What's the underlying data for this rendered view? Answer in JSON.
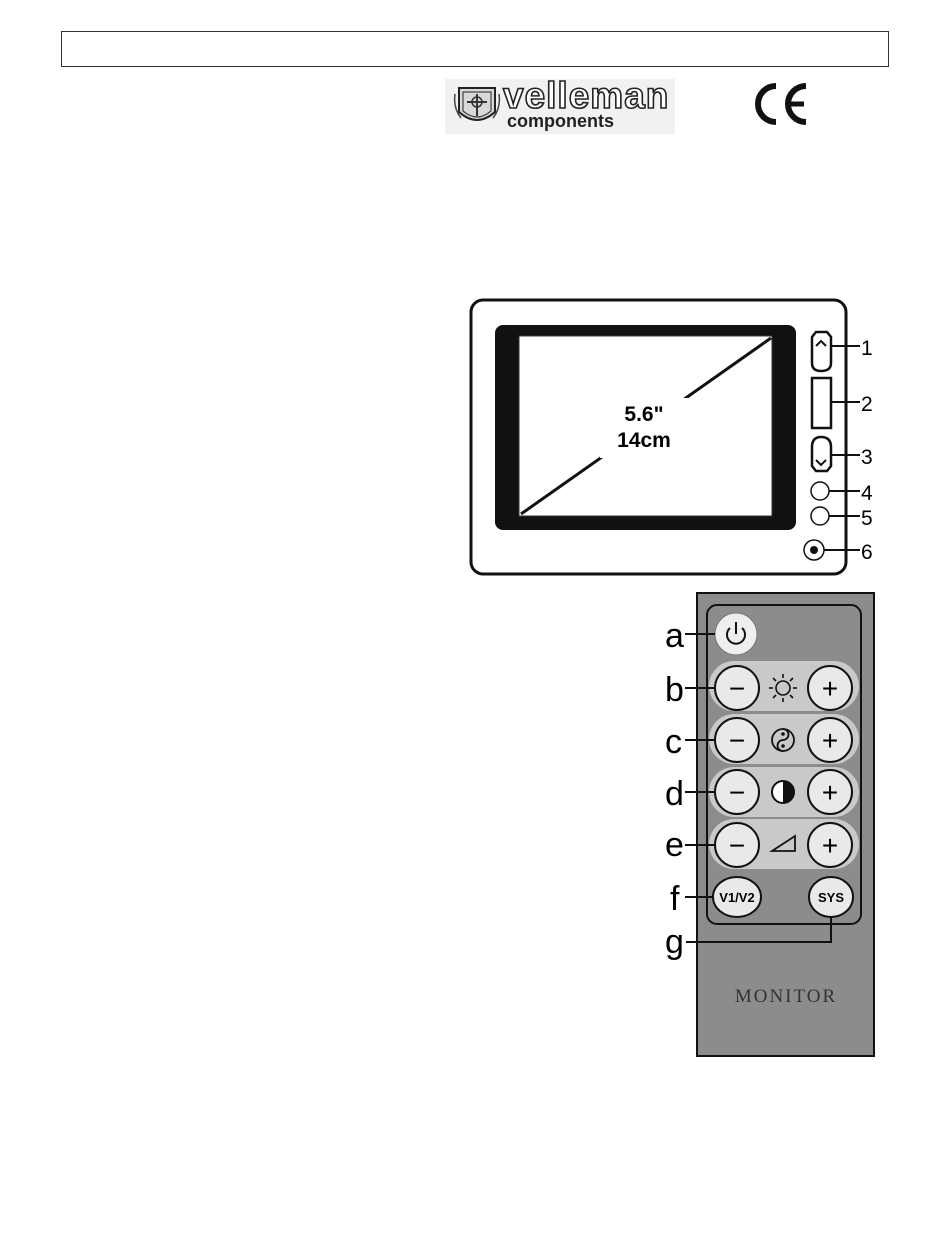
{
  "logo": {
    "word": "velleman",
    "sub": "components"
  },
  "monitor": {
    "size_inch": "5.6\"",
    "size_cm": "14cm",
    "callouts": [
      "1",
      "2",
      "3",
      "4",
      "5",
      "6"
    ]
  },
  "remote": {
    "callouts": [
      "a",
      "b",
      "c",
      "d",
      "e",
      "f",
      "g"
    ],
    "minus": "−",
    "plus": "+",
    "v1v2_label": "V1/V2",
    "sys_label": "SYS",
    "brand_label": "MONITOR"
  },
  "icons": [
    "power-icon",
    "brightness-icon",
    "color-icon",
    "contrast-icon",
    "volume-icon"
  ],
  "colors": {
    "remote_body": "#8c8c8c",
    "button_row": "#c9c9c9",
    "button": "#e9e9e9"
  }
}
